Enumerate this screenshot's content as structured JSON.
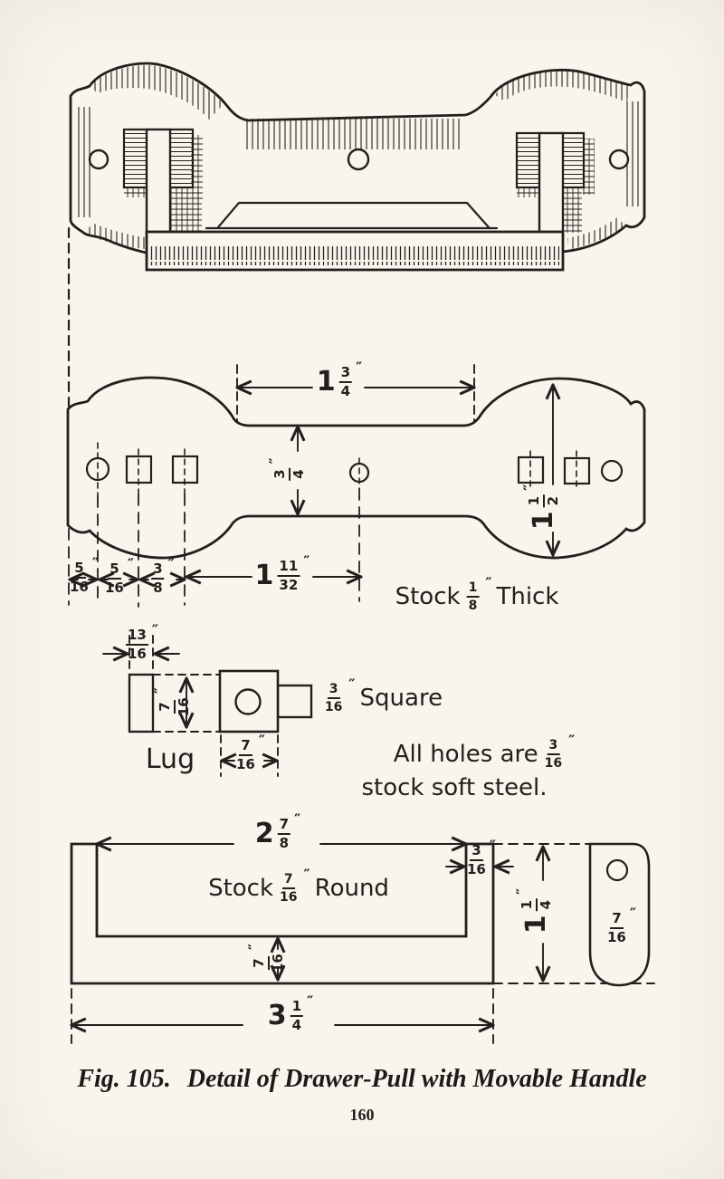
{
  "figure": {
    "caption_prefix": "Fig. 105.",
    "caption_title": "Detail of Drawer-Pull with Movable Handle",
    "page_number": "160"
  },
  "notes": {
    "stock_thick": {
      "pre": "Stock",
      "num": "1",
      "den": "8",
      "unit": "″",
      "post": "Thick"
    },
    "square_note": {
      "num": "3",
      "den": "16",
      "unit": "″",
      "post": "Square"
    },
    "lug_label": "Lug",
    "holes_line1": {
      "pre": "All holes are",
      "num": "3",
      "den": "16",
      "unit": "″"
    },
    "holes_line2": "stock soft steel.",
    "stock_round": {
      "pre": "Stock",
      "num": "7",
      "den": "16",
      "unit": "″",
      "post": "Round"
    }
  },
  "dims": {
    "plate_top_width": {
      "whole": "1",
      "num": "3",
      "den": "4",
      "unit": "″"
    },
    "band_height": {
      "num": "3",
      "den": "4",
      "unit": "″"
    },
    "lobe_height": {
      "whole": "1",
      "num": "1",
      "den": "2",
      "unit": "″"
    },
    "edge_to_hole": {
      "num": "5",
      "den": "16",
      "unit": "″"
    },
    "hole_to_square1": {
      "num": "5",
      "den": "16",
      "unit": "″"
    },
    "square1_to_square2": {
      "num": "3",
      "den": "8",
      "unit": "″"
    },
    "square_to_center": {
      "whole": "1",
      "num": "11",
      "den": "32",
      "unit": "″"
    },
    "lug_width": {
      "num": "13",
      "den": "16",
      "unit": "″"
    },
    "lug_height": {
      "num": "7",
      "den": "16",
      "unit": "″"
    },
    "lug_body": {
      "num": "7",
      "den": "16",
      "unit": "″"
    },
    "handle_inner_width": {
      "whole": "2",
      "num": "7",
      "den": "8",
      "unit": "″"
    },
    "handle_arm": {
      "num": "3",
      "den": "16",
      "unit": "″"
    },
    "handle_height": {
      "whole": "1",
      "num": "1",
      "den": "4",
      "unit": "″"
    },
    "handle_bar": {
      "num": "7",
      "den": "16",
      "unit": "″"
    },
    "handle_end_width": {
      "num": "7",
      "den": "16",
      "unit": "″"
    },
    "handle_outer_width": {
      "whole": "3",
      "num": "1",
      "den": "4",
      "unit": "″"
    }
  },
  "colors": {
    "paper": "#f8f5ee",
    "ink": "#23201b"
  }
}
